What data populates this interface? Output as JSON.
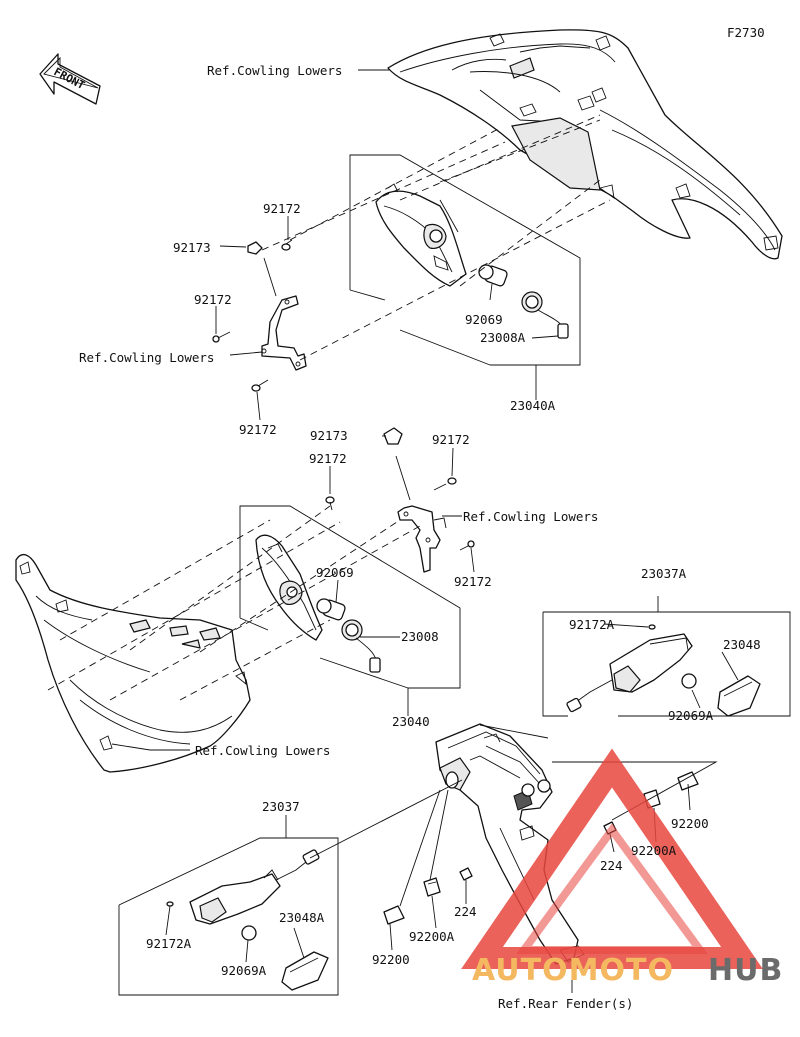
{
  "figure_code": "F2730",
  "front_label": "FRONT",
  "refs": {
    "cowling_top": "Ref.Cowling Lowers",
    "cowling_bracket_top": "Ref.Cowling Lowers",
    "cowling_bracket_mid": "Ref.Cowling Lowers",
    "cowling_bottom": "Ref.Cowling Lowers",
    "rear_fender": "Ref.Rear Fender(s)"
  },
  "parts": {
    "p92172_a": "92172",
    "p92173_a": "92173",
    "p92172_b": "92172",
    "p92172_c": "92172",
    "p92069_a": "92069",
    "p23008A": "23008A",
    "p23040A": "23040A",
    "p92173_b": "92173",
    "p92172_d": "92172",
    "p92172_e": "92172",
    "p92172_f": "92172",
    "p92069_b": "92069",
    "p23008": "23008",
    "p23040": "23040",
    "p23037A": "23037A",
    "p92172A_a": "92172A",
    "p23048": "23048",
    "p92069A_a": "92069A",
    "p23037": "23037",
    "p92172A_b": "92172A",
    "p23048A": "23048A",
    "p92069A_b": "92069A",
    "p92200_a": "92200",
    "p92200A_a": "92200A",
    "p224_a": "224",
    "p224_b": "224",
    "p92200A_b": "92200A",
    "p92200_b": "92200"
  },
  "watermark": {
    "text_1": "AUTOMOTO",
    "text_2": "HUB",
    "color_1": "#f4b860",
    "color_2": "#6b6b6b",
    "triangle_color": "#e8463e"
  }
}
